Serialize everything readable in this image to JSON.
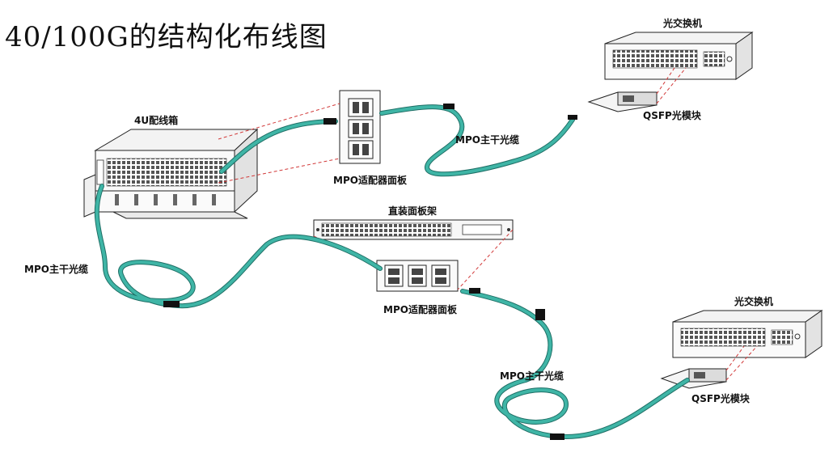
{
  "title": "40/100G的结构化布线图",
  "labels": {
    "box_4u": "4U配线箱",
    "adapter_top": "MPO适配器面板",
    "trunk_top": "MPO主干光缆",
    "switch_top": "光交换机",
    "qsfp_top": "QSFP光模块",
    "trunk_left": "MPO主干光缆",
    "rack_panel": "直装面板架",
    "adapter_mid": "MPO适配器面板",
    "switch_bottom": "光交换机",
    "trunk_bottom": "MPO主干光缆",
    "qsfp_bottom": "QSFP光模块"
  },
  "colors": {
    "cable": "#3fb5a6",
    "cable_edge": "#1f6f66",
    "leader": "#d23a3a",
    "line": "#222222"
  }
}
